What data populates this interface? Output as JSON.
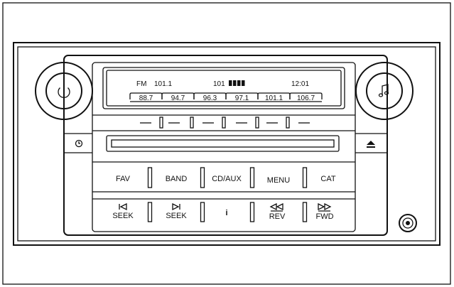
{
  "display": {
    "band": "FM",
    "frequency": "101.1",
    "channel": "101",
    "signal_bars": 4,
    "clock": "12:01",
    "presets": [
      "88.7",
      "94.7",
      "96.3",
      "97.1",
      "101.1",
      "106.7"
    ]
  },
  "top_buttons": {
    "fav": "FAV",
    "band": "BAND",
    "cd_aux": "CD/AUX",
    "menu": "MENU",
    "cat": "CAT"
  },
  "bottom_buttons": {
    "seek_back": "SEEK",
    "seek_fwd": "SEEK",
    "info": "i",
    "rev": "REV",
    "fwd": "FWD"
  },
  "icons": {
    "power": "power-icon",
    "music": "music-note-icon",
    "clock": "clock-icon",
    "eject": "eject-icon",
    "aux_jack": "aux-jack-icon",
    "seek_back": "skip-back-icon",
    "seek_fwd": "skip-forward-icon",
    "rev": "rewind-icon",
    "fwd": "fast-forward-icon"
  }
}
